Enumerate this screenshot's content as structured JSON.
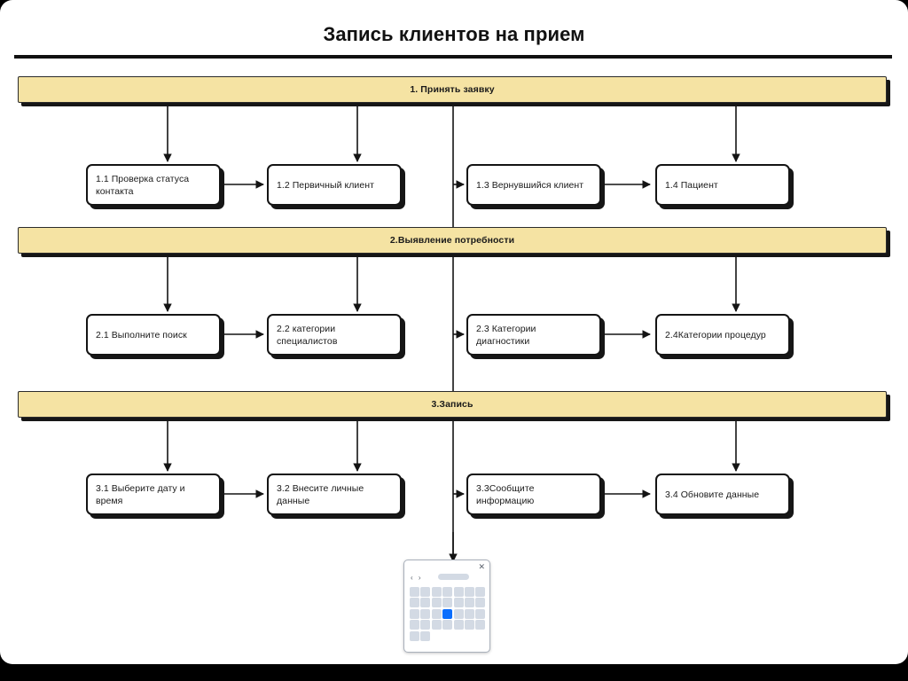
{
  "page": {
    "title": "Запись клиентов на прием",
    "background_color": "#000000",
    "sheet_color": "#ffffff",
    "band_color": "#f5e3a3",
    "accent_color": "#0b6efd"
  },
  "bands": [
    {
      "id": "band-1",
      "label": "1. Принять заявку"
    },
    {
      "id": "band-2",
      "label": "2.Выявление потребности"
    },
    {
      "id": "band-3",
      "label": "3.Запись"
    }
  ],
  "nodes": {
    "row1": [
      {
        "id": "n11",
        "label": "1.1 Проверка статуса контакта"
      },
      {
        "id": "n12",
        "label": "1.2 Первичный клиент"
      },
      {
        "id": "n13",
        "label": "1.3 Вернувшийся клиент"
      },
      {
        "id": "n14",
        "label": "1.4 Пациент"
      }
    ],
    "row2": [
      {
        "id": "n21",
        "label": "2.1 Выполните поиск"
      },
      {
        "id": "n22",
        "label": "2.2 категории специалистов"
      },
      {
        "id": "n23",
        "label": "2.3 Категории диагностики"
      },
      {
        "id": "n24",
        "label": "2.4Категории процедур"
      }
    ],
    "row3": [
      {
        "id": "n31",
        "label": "3.1 Выберите дату и время"
      },
      {
        "id": "n32",
        "label": "3.2 Внесите личные данные"
      },
      {
        "id": "n33",
        "label": "3.3Сообщите информацию"
      },
      {
        "id": "n34",
        "label": "3.4 Обновите данные"
      }
    ]
  },
  "calendar": {
    "close_glyph": "✕",
    "nav_glyph": "‹ ›",
    "month_placeholder": "",
    "grid": {
      "columns": 7,
      "full_rows": 4,
      "trailing_cells": 2,
      "selected_row": 3,
      "selected_column": 4
    }
  },
  "bottom_caption": {
    "text": ""
  }
}
